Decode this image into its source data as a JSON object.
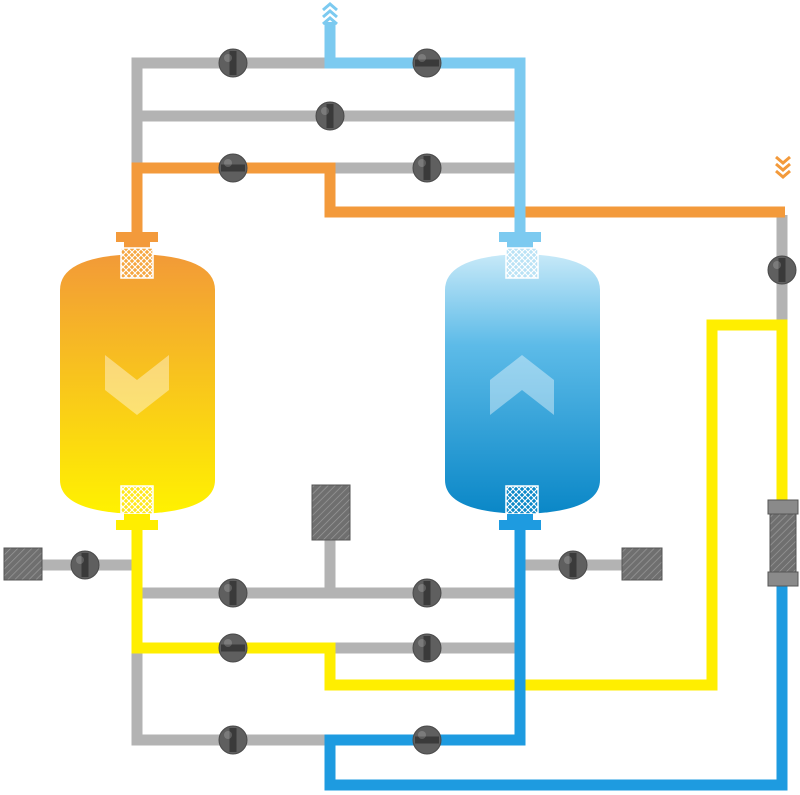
{
  "colors": {
    "background": "#ffffff",
    "pipe_idle": "#b3b3b3",
    "pipe_orange": "#f39a3b",
    "pipe_light_blue": "#7ccaf0",
    "pipe_yellow": "#ffee00",
    "pipe_blue": "#1e9be0",
    "valve_body": "#5f5f5f",
    "valve_handle": "#3a3a3a",
    "tank_left_top": "#f29a38",
    "tank_left_bottom": "#fff200",
    "tank_right_top": "#c7e9f8",
    "tank_right_bottom": "#0a87c7",
    "filter_body": "#6f6f6f"
  },
  "components": {
    "left_tank": {
      "flow_direction": "down",
      "icon": "chevron-down-icon",
      "fill": "orange-to-yellow"
    },
    "right_tank": {
      "flow_direction": "up",
      "icon": "chevron-up-icon",
      "fill": "light-blue-to-blue"
    },
    "valves_total": 14,
    "inline_filter": "cartridge-filter-icon",
    "silencers": [
      "silencer-left",
      "silencer-right",
      "silencer-center"
    ],
    "flow_markers": [
      "outlet-arrow-top",
      "inlet-arrow-right"
    ]
  }
}
